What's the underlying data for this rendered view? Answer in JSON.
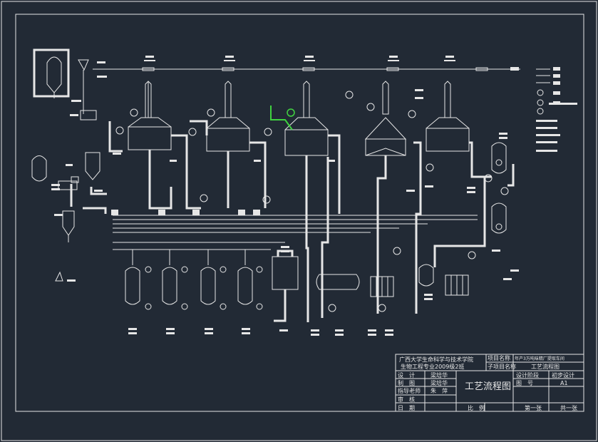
{
  "drawing": {
    "title": "工艺流程图",
    "colors": {
      "background": "#222a35",
      "line": "#e6e6e6",
      "accent_green": "#3fd23f"
    }
  },
  "title_block": {
    "school": "广西大学生命科学与技术学院",
    "class_info": "生物工程专业2009级2班",
    "project_name_label": "项目名称",
    "project_name_value": "年产3万吨味精厂提取车间",
    "sub_project_label": "子项目名称",
    "sub_project_value": "工艺流程图",
    "design_label": "设　计",
    "design_value": "梁培华",
    "drawing_label": "制　图",
    "drawing_value": "梁培华",
    "advisor_label": "指导老师",
    "advisor_value": "朱　萍",
    "review_label": "审　核",
    "date_label": "日　期",
    "stage_label": "设计阶段",
    "stage_value": "初步设计",
    "drawing_no_label": "图　号",
    "drawing_no_value": "A1",
    "scale_label": "比　例",
    "sheet_label": "第一张",
    "total_label": "共一张"
  }
}
